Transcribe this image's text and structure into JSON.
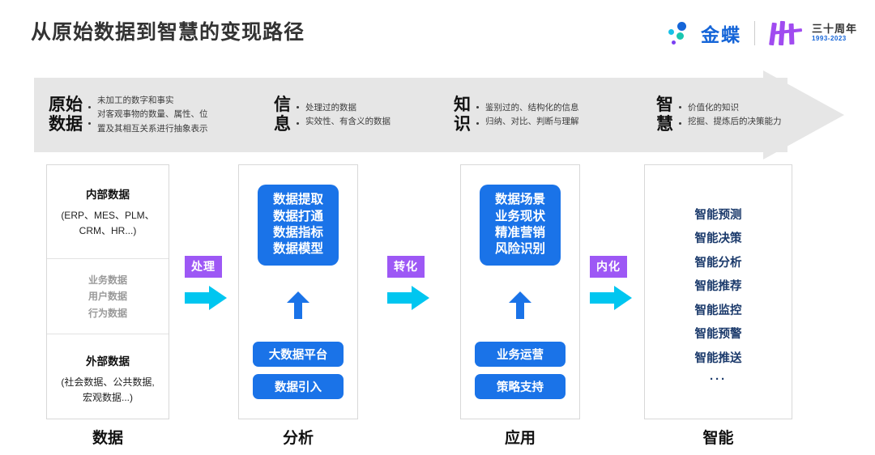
{
  "page": {
    "title": "从原始数据到智慧的变现路径"
  },
  "brand": {
    "name": "金蝶",
    "anniversary": "三十周年",
    "years": "1993-2023",
    "accent_blue": "#1565d8",
    "accent_purple": "#9b4bf2"
  },
  "band": {
    "segments": [
      {
        "head": "原始\n数据",
        "lines": [
          "未加工的数字和事实",
          "对客观事物的数量、属性、位\n置及其相互关系进行抽象表示"
        ]
      },
      {
        "head": "信\n息",
        "lines": [
          "处理过的数据",
          "实效性、有含义的数据"
        ]
      },
      {
        "head": "知\n识",
        "lines": [
          "鉴别过的、结构化的信息",
          "归纳、对比、判断与理解"
        ]
      },
      {
        "head": "智\n慧",
        "lines": [
          "价值化的知识",
          "挖掘、提炼后的决策能力"
        ]
      }
    ],
    "background": "#e6e6e6"
  },
  "columns": {
    "data": {
      "footer": "数据",
      "internal_title": "内部数据",
      "internal_sub": "(ERP、MES、PLM、\nCRM、HR...)",
      "middle_lines": [
        "业务数据",
        "用户数据",
        "行为数据"
      ],
      "external_title": "外部数据",
      "external_sub": "(社会数据、公共数据,\n宏观数据...)"
    },
    "analysis": {
      "footer": "分析",
      "box_lines": [
        "数据提取",
        "数据打通",
        "数据指标",
        "数据模型"
      ],
      "pills": [
        "大数据平台",
        "数据引入"
      ]
    },
    "application": {
      "footer": "应用",
      "box_lines": [
        "数据场景",
        "业务现状",
        "精准营销",
        "风险识别"
      ],
      "pills": [
        "业务运营",
        "策略支持"
      ]
    },
    "intelligence": {
      "footer": "智能",
      "items": [
        "智能预测",
        "智能决策",
        "智能分析",
        "智能推荐",
        "智能监控",
        "智能预警",
        "智能推送"
      ],
      "ellipsis": "···",
      "text_color": "#1b3a6b"
    }
  },
  "connectors": [
    {
      "label": "处理"
    },
    {
      "label": "转化"
    },
    {
      "label": "内化"
    }
  ],
  "colors": {
    "blue": "#1a73e8",
    "cyan": "#00c6f0",
    "purple": "#9d58f5"
  }
}
